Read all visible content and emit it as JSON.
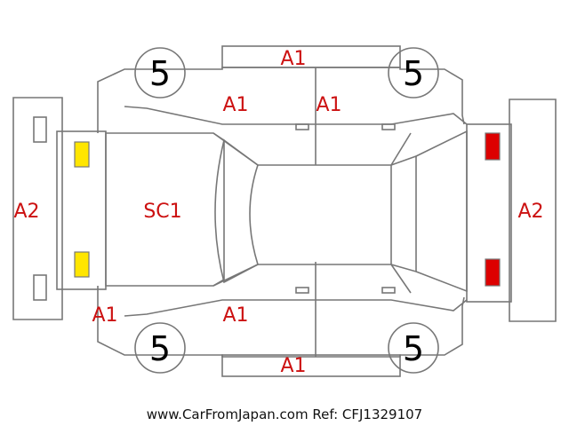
{
  "diagram": {
    "colors": {
      "outline": "#777777",
      "label": "#cc1111",
      "front_lamp": "#ffe600",
      "rear_lamp": "#dd0000",
      "wheel_text": "#000000"
    },
    "labels": {
      "top_panel": "A1",
      "front_door_top": "A1",
      "rear_door_top": "A1",
      "front_bumper": "A2",
      "rear_bumper": "A2",
      "hood": "SC1",
      "bottom_left_fender": "A1",
      "front_door_bottom": "A1",
      "bottom_panel": "A1"
    },
    "tires": {
      "front_left": "5",
      "rear_left": "5",
      "front_right": "5",
      "rear_right": "5"
    },
    "reference": "www.CarFromJapan.com Ref: CFJ1329107"
  }
}
